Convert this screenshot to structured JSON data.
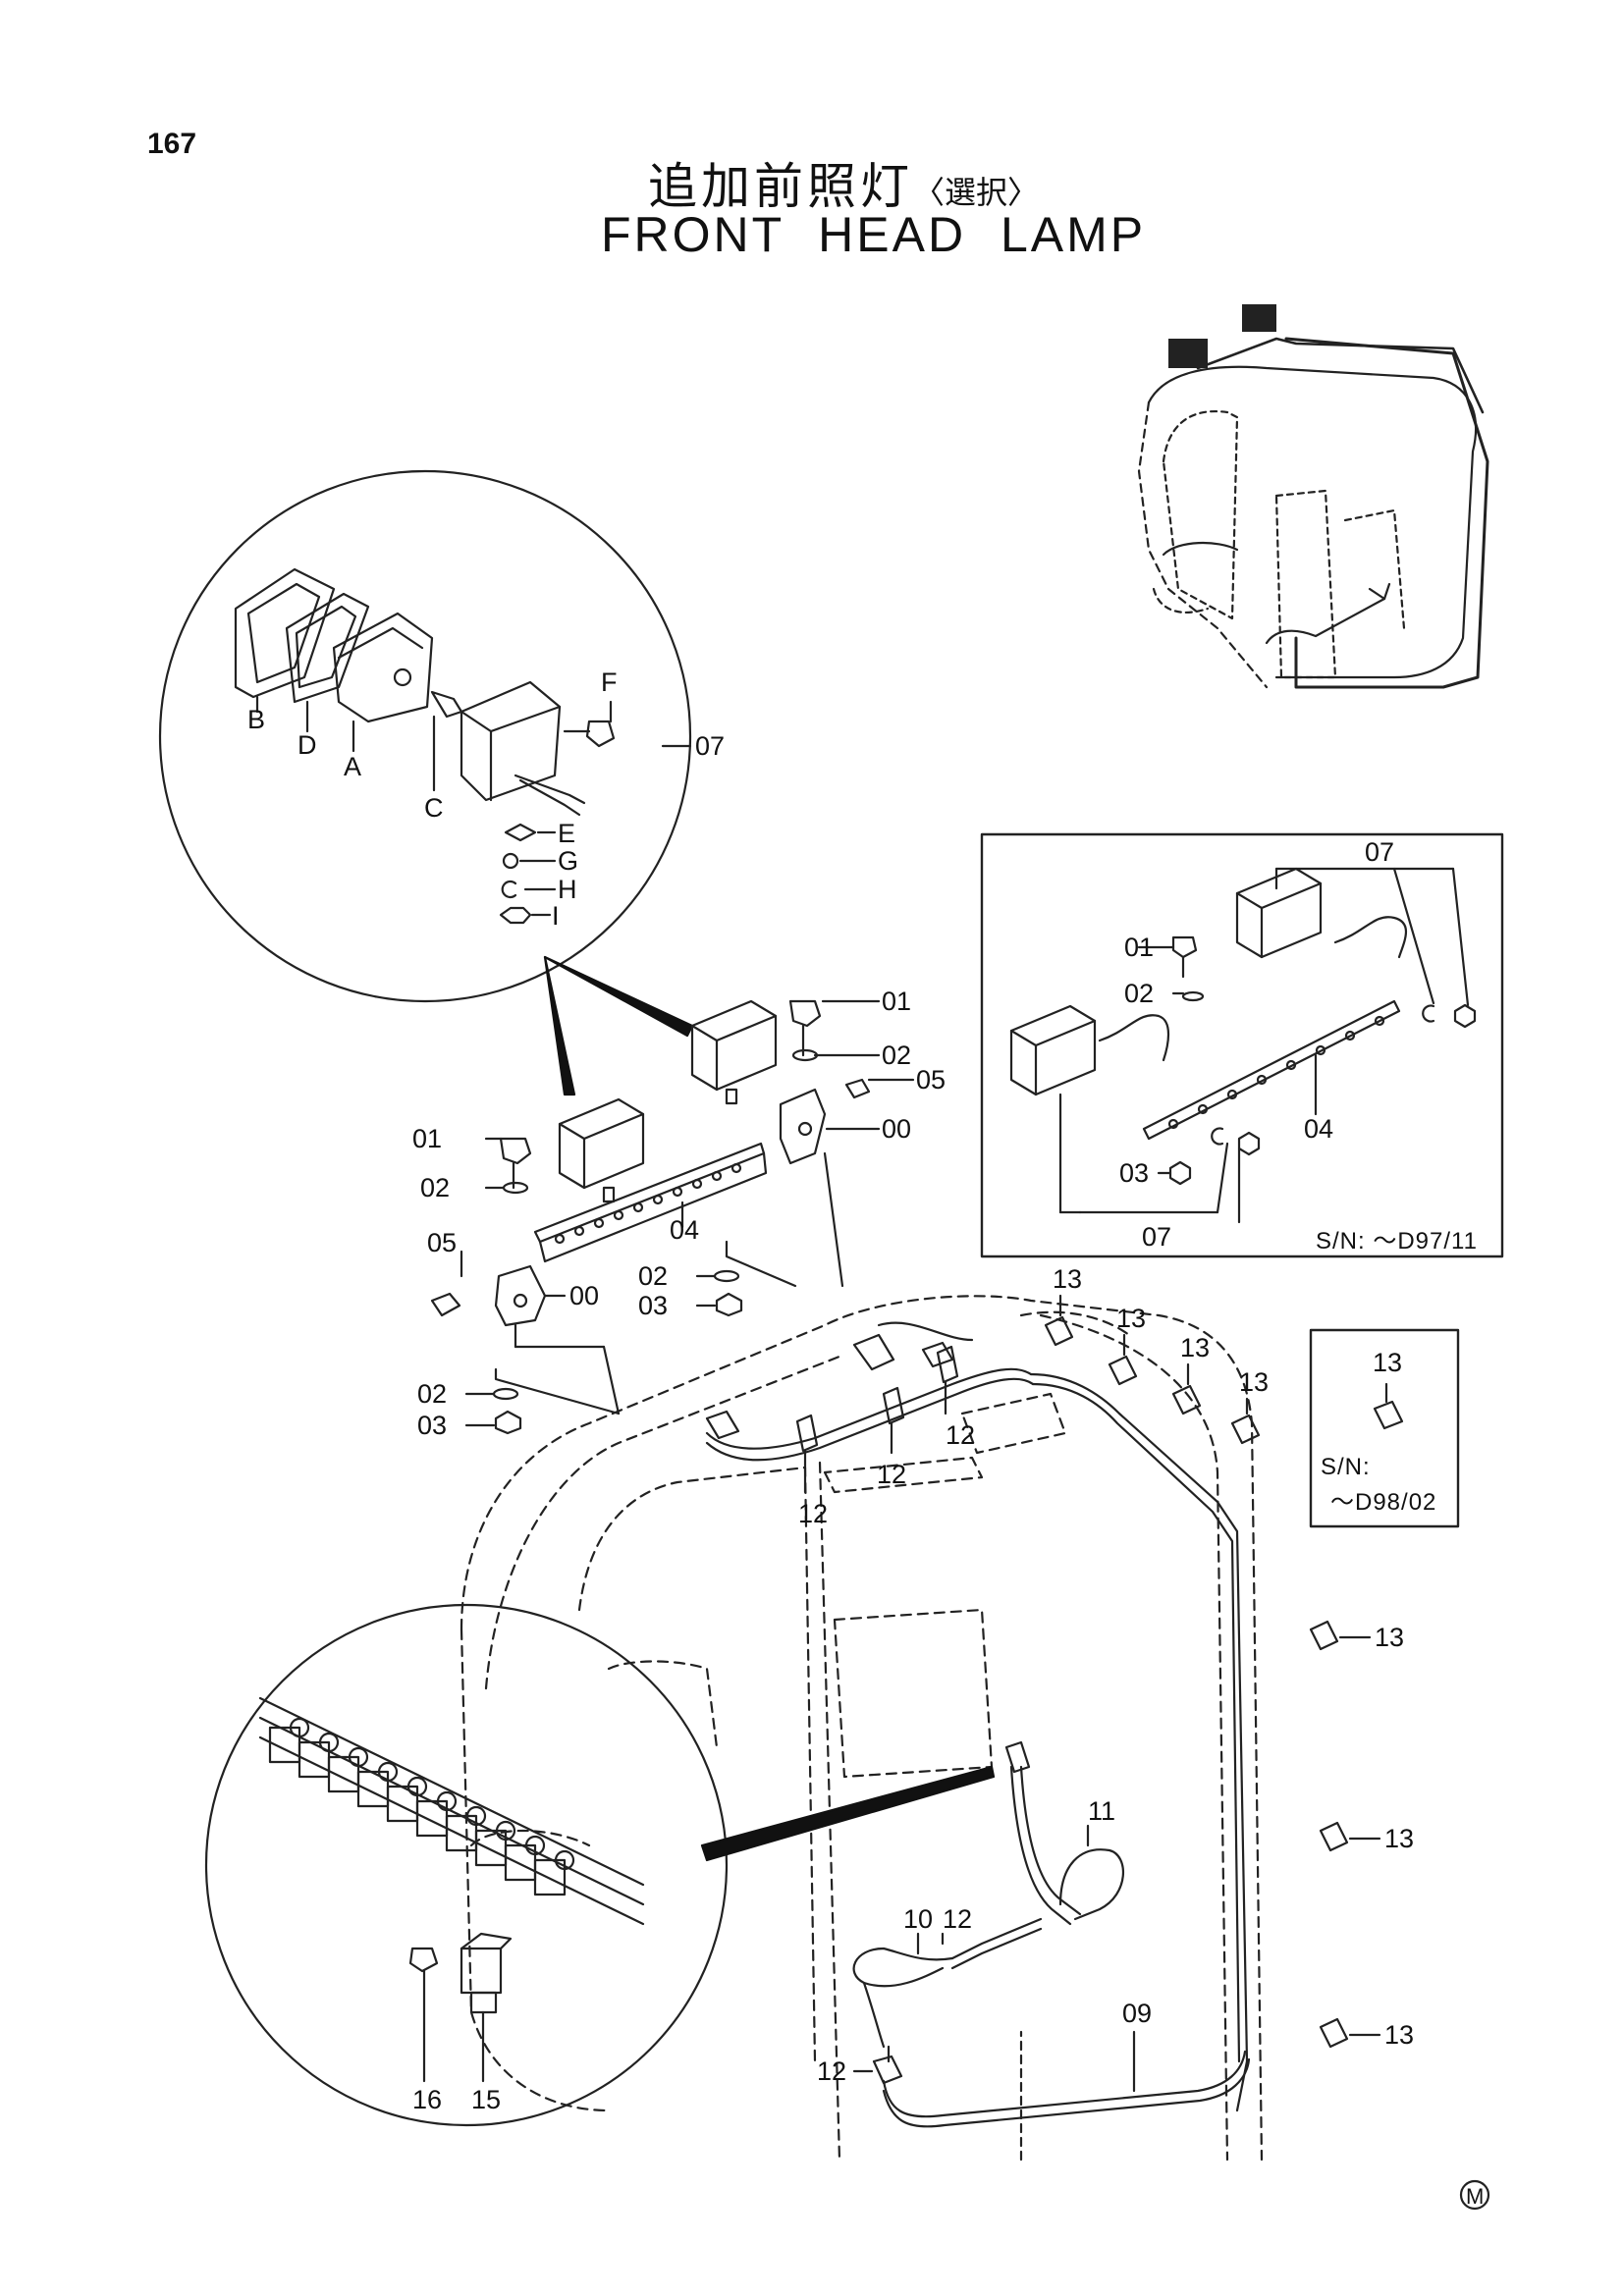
{
  "page": {
    "number": "167",
    "mark": "M"
  },
  "title": {
    "japanese": "追加前照灯",
    "japanese_suffix": "〈選択〉",
    "english": "FRONT HEAD LAMP"
  },
  "lamp_detail": {
    "labels": {
      "B": "B",
      "D": "D",
      "A": "A",
      "C": "C",
      "F": "F",
      "E": "E",
      "G": "G",
      "H": "H",
      "I": "I"
    },
    "assembly_ref": "07"
  },
  "main_callouts": {
    "c01a": "01",
    "c02a": "02",
    "c05a": "05",
    "c00a": "00",
    "c01b": "01",
    "c02b": "02",
    "c05b": "05",
    "c00b": "00",
    "c04": "04",
    "c02c": "02",
    "c03c": "03",
    "c02d": "02",
    "c03d": "03",
    "c12a": "12",
    "c12b": "12",
    "c12c": "12",
    "c11": "11",
    "c10": "10",
    "c12d": "12",
    "c09": "09",
    "c12e": "12",
    "c15": "15",
    "c16": "16"
  },
  "clip_callouts": [
    "13",
    "13",
    "13",
    "13",
    "13",
    "13",
    "13"
  ],
  "inset_variant": {
    "c07top": "07",
    "c01": "01",
    "c02": "02",
    "c04": "04",
    "c03": "03",
    "c07bottom": "07",
    "serial": "S/N: ～D97/11"
  },
  "inset_clip": {
    "part": "13",
    "serial_label": "S/N:",
    "serial_value": "～D98/02"
  }
}
